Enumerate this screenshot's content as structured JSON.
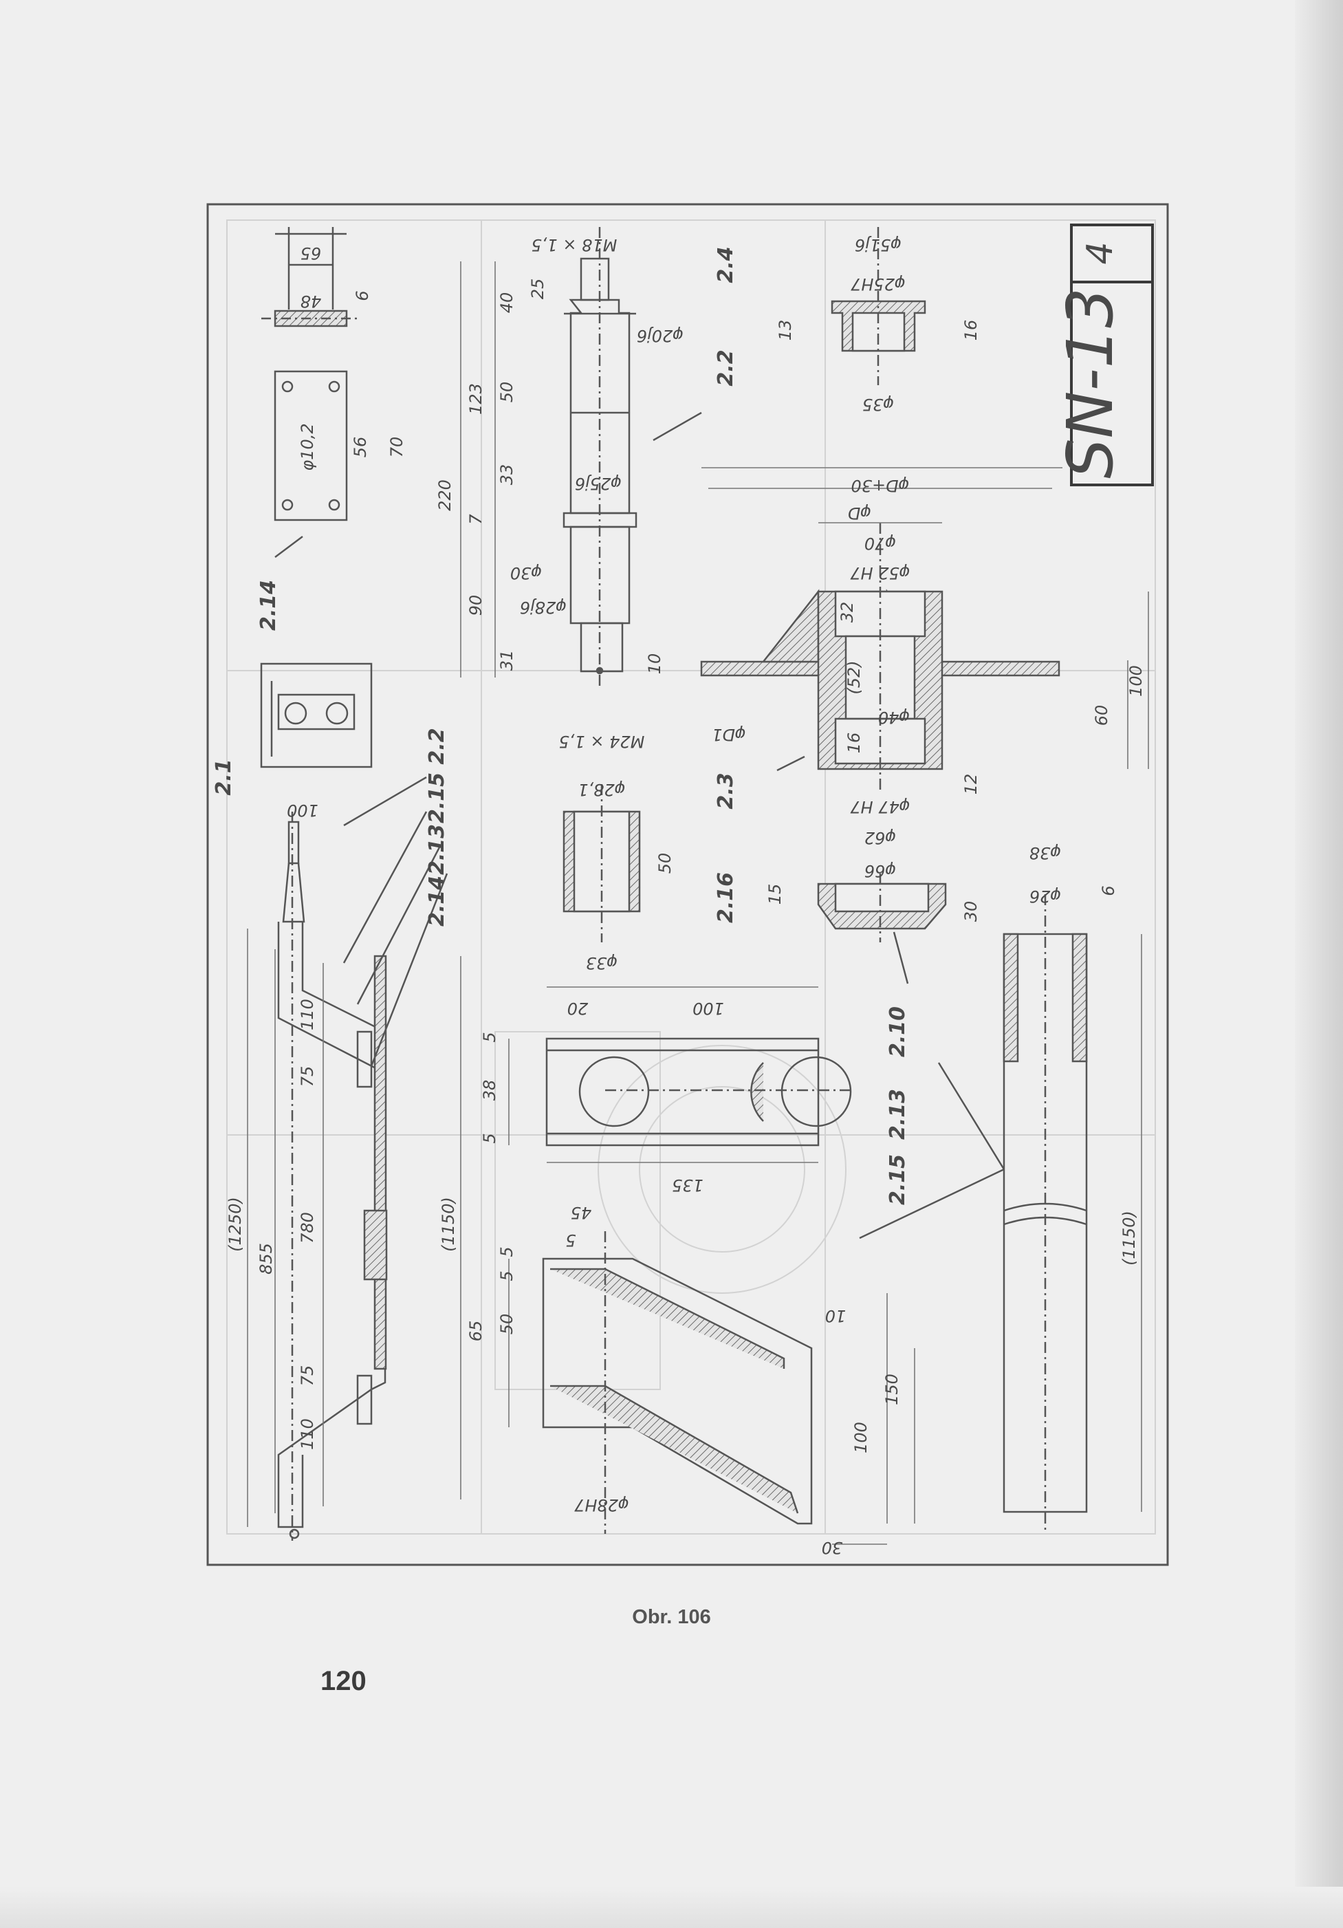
{
  "drawing": {
    "title_block": {
      "code": "SN-13",
      "sheet": "4"
    },
    "dims": {
      "d65": "65",
      "d48": "48",
      "d6": "6",
      "d56": "56",
      "d70": "70",
      "phi10_2": "φ10,2",
      "p214": "2.14",
      "m18": "M18 × 1,5",
      "d25": "25",
      "d40": "40",
      "d50": "50",
      "d123": "123",
      "d33": "33",
      "d220": "220",
      "d7": "7",
      "d90": "90",
      "d31": "31",
      "phi20": "φ20j6",
      "phi25": "φ25j6",
      "phi30": "φ30",
      "phi28j6": "φ28j6",
      "m24": "M24 × 1,5",
      "p22": "2.2",
      "p24": "2.4",
      "phi51": "φ51j6",
      "phi25h7": "φ25H7",
      "d13": "13",
      "d16a": "16",
      "phi35": "φ35",
      "phiD30": "φD+30",
      "phiD": "φD",
      "phi70": "φ70",
      "phi52": "φ52 H7",
      "d32": "32",
      "d52": "(52)",
      "d10": "10",
      "phiD1": "φD1",
      "phi40": "φ40",
      "d16b": "16",
      "p23": "2.3",
      "phi47": "φ47 H7",
      "d12": "12",
      "d60": "60",
      "d100a": "100",
      "phi62": "φ62",
      "phi66": "φ66",
      "d15": "15",
      "d30a": "30",
      "p210": "2.10",
      "phi28_1": "φ28,1",
      "d50b": "50",
      "p216": "2.16",
      "phi33": "φ33",
      "p21": "2.1",
      "d100b": "100",
      "p215a": "2.15",
      "p22b": "2.2",
      "p213a": "2.13",
      "p214b": "2.14",
      "d1250": "(1250)",
      "d855": "855",
      "d780": "780",
      "d110a": "110",
      "d75a": "75",
      "d75b": "75",
      "d110b": "110",
      "d1150a": "(1150)",
      "d20": "20",
      "d100c": "100",
      "d5a": "5",
      "d38": "38",
      "d5b": "5",
      "d135": "135",
      "p213b": "2.13",
      "p215b": "2.15",
      "d45": "45",
      "d5c": "5",
      "d5d": "5",
      "d5e": "5",
      "d65b": "65",
      "d50c": "50",
      "d10b": "10",
      "d150": "150",
      "d100d": "100",
      "phi28h7": "φ28H7",
      "d30b": "30",
      "phi38": "φ38",
      "phi26": "φ26",
      "d6b": "6",
      "d1150b": "(1150)"
    }
  },
  "caption": "Obr. 106",
  "page_number": "120"
}
